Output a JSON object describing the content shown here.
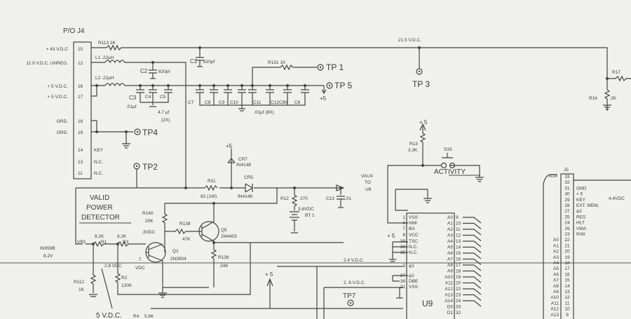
{
  "title": "P/O J4",
  "j4": {
    "pins": [
      "15",
      "12",
      "16",
      "17",
      "18",
      "19",
      "14",
      "13",
      "11"
    ],
    "left_labels": [
      "+ 43 V.D.C",
      "11.9 V.D.C. UNREG.",
      "+ 5 V.D.C.",
      "+ 5 V.D.C.",
      "GRD.",
      "GRD."
    ],
    "inner_labels": [
      "KEY",
      "N.C.",
      "N.C."
    ]
  },
  "labels": {
    "r113": "R113  2K",
    "l1": "L1 .22μH",
    "l2": "L2 .22μH",
    "c2": "C2",
    "c2v": "820pf",
    "c3": "C3",
    "c3v": ".01μf",
    "c4": "C4",
    "c5": "C5",
    "c45v": "4.7 μf",
    "c45n": "(2X)",
    "c1": "C1",
    "c1v": "820pf",
    "r131": "R131  1K",
    "tp1": "TP 1",
    "tp5": "TP 5",
    "plus5a": "+5",
    "c7": "C7",
    "c8": "C8",
    "c9": "C9",
    "c10": "C10",
    "c11": "C11",
    "c12": "C12",
    "c80": "C80",
    "c6": "C6",
    "c8x": ".01μf  (8X)",
    "tp4": "TP4",
    "tp2": "TP2",
    "tp3": "TP 3",
    "v215": "21.5  V.D.C.",
    "r17": "R17",
    "r16": "R16",
    "r16v": "2K",
    "vpd1": "VALID",
    "vpd2": "POWER",
    "vpd3": "DETECTOR",
    "plus5b": "+5",
    "cr7": "CR7",
    "cr7v": "IN4148",
    "r11": "R11",
    "r11v": "82 (1W)",
    "cr5": "CR5",
    "cr5v": "IN4148",
    "vaux1": "VAUX",
    "vaux2": "TO",
    "vaux3": "U8",
    "r12": "R12",
    "r12v": "270",
    "bt1a": "3.6VDC",
    "bt1b": "BT 1",
    "c13": "C13",
    "c13v": ".01",
    "r140": "R140",
    "r140v": "20K",
    "v03": ".3VDC",
    "r138": "R138",
    "r138v": "47K",
    "q5": "Q5",
    "q5v": "2N4403",
    "q1": "Q1",
    "q1v": "2N3904",
    "r139": "R139",
    "r139v": "24K",
    "in959": "IN959B",
    "in959v": "8.2V",
    "vr1": "VR1",
    "r1v": "8.2K",
    "r1": "R1",
    "r3v": "8.2K",
    "r3": "R3",
    "v28": "2.8 VDC",
    "v07a": ".7",
    "v07b": "VDC",
    "r2": "R2",
    "r2v": "120K",
    "r112": "R112",
    "r112v": "1K",
    "v5": "5 V.D.C.",
    "r4": "R4",
    "r4v": "5.6K",
    "plus5c": "+ 5",
    "v24": "2.4  V.D.C.",
    "v26": "2. 6  V.D.C.",
    "tp7": "TP7",
    "plus5d": "+ 5",
    "r13": "R13",
    "r13v": "3.3K",
    "s33": "S33",
    "activity": "ACTIVITY",
    "plus5e": "+ 5",
    "u9": "U9",
    "j5": "J5",
    "a14": "A14",
    "v44": "4.4VDC"
  },
  "u9": {
    "left_pins": [
      [
        "1",
        "VSS"
      ],
      [
        "6",
        "NMI"
      ],
      [
        "7",
        "BA"
      ],
      [
        "8",
        "VCC"
      ],
      [
        "39",
        "TSC"
      ],
      [
        "38",
        "N.C."
      ],
      [
        "35",
        "N.C."
      ],
      [
        "3",
        "φ1"
      ],
      [
        "37",
        "φ2"
      ],
      [
        "36",
        "DBE"
      ],
      [
        "21",
        "VSS"
      ]
    ],
    "right_pins": [
      [
        "A0",
        "9"
      ],
      [
        "A1",
        "10"
      ],
      [
        "A2",
        "11"
      ],
      [
        "A3",
        "12"
      ],
      [
        "A4",
        "13"
      ],
      [
        "A5",
        "14"
      ],
      [
        "A6",
        "15"
      ],
      [
        "A7",
        "16"
      ],
      [
        "A8",
        "17"
      ],
      [
        "A9",
        "18"
      ],
      [
        "A10",
        "19"
      ],
      [
        "A11",
        "20"
      ],
      [
        "A12",
        "22"
      ],
      [
        "A13",
        "23"
      ],
      [
        "A14",
        "24"
      ],
      [
        "D0",
        "33"
      ],
      [
        "D1",
        "32"
      ]
    ]
  },
  "j5": {
    "pins": [
      [
        "33",
        ""
      ],
      [
        "32",
        ""
      ],
      [
        "31",
        "GND"
      ],
      [
        "30",
        "+ 5"
      ],
      [
        "29",
        "KEY"
      ],
      [
        "28",
        "EXT. MEM."
      ],
      [
        "27",
        "φ2"
      ],
      [
        "25",
        "RES"
      ],
      [
        "24",
        "HLT"
      ],
      [
        "26",
        "VMA"
      ],
      [
        "23",
        "R/W"
      ],
      [
        "22",
        "A0"
      ],
      [
        "21",
        "A1"
      ],
      [
        "20",
        "A2"
      ],
      [
        "19",
        "A3"
      ],
      [
        "18",
        "A4"
      ],
      [
        "17",
        "A5"
      ],
      [
        "16",
        "A6"
      ],
      [
        "15",
        "A7"
      ],
      [
        "14",
        "A8"
      ],
      [
        "13",
        "A9"
      ],
      [
        "12",
        "A10"
      ],
      [
        "11",
        "A11"
      ],
      [
        "10",
        "A12"
      ],
      [
        "9",
        "A13"
      ]
    ]
  }
}
